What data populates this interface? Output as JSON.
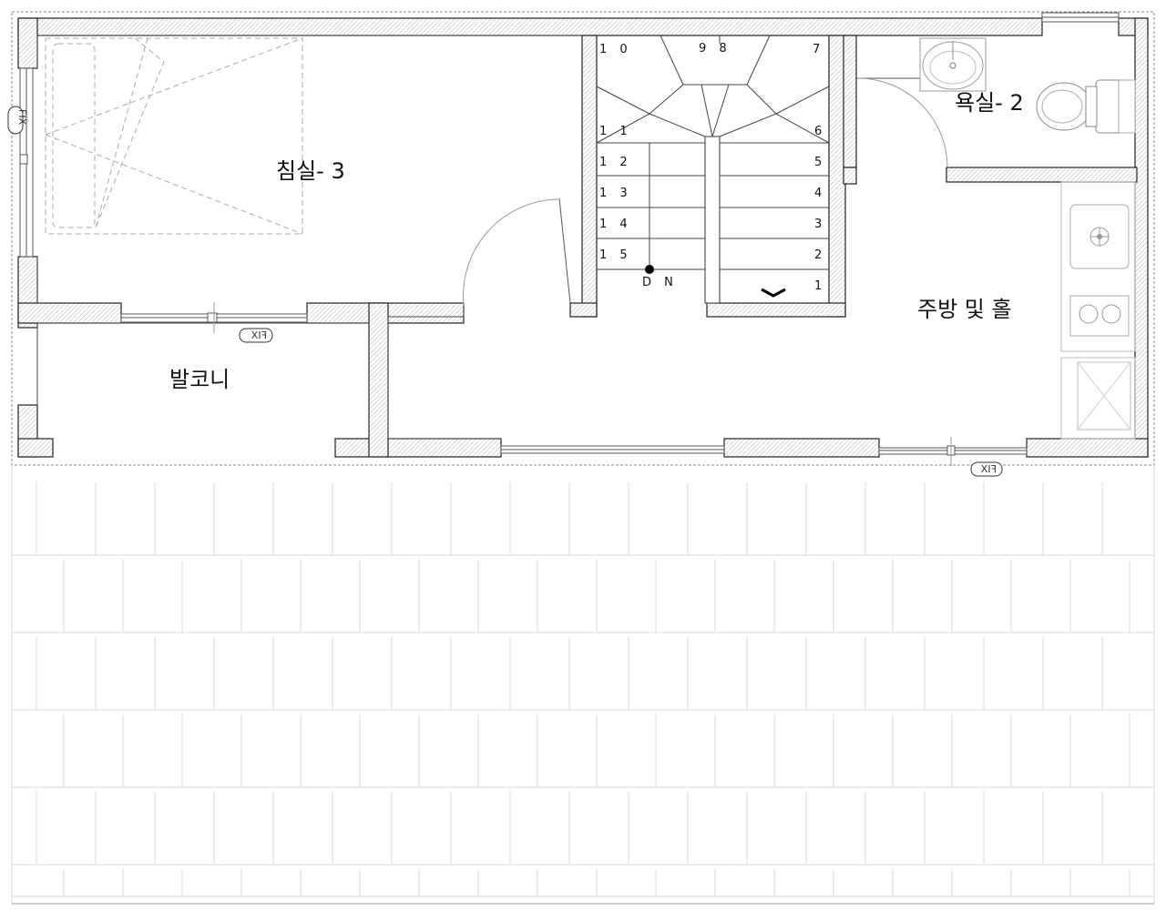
{
  "rooms": {
    "bedroom": "침실- 3",
    "bathroom": "욕실- 2",
    "kitchen": "주방  및  홀",
    "balcony": "발코니"
  },
  "stair": {
    "dn_label": "D N",
    "steps_left": [
      "1 0",
      "1 1",
      "1 2",
      "1 3",
      "1 4",
      "1 5"
    ],
    "steps_top": "9 8",
    "steps_right": [
      "7",
      "6",
      "5",
      "4",
      "3",
      "2",
      "1"
    ]
  },
  "fix_labels": {
    "left": "FIX",
    "balcony": "FIX",
    "bottom": "FIX"
  }
}
